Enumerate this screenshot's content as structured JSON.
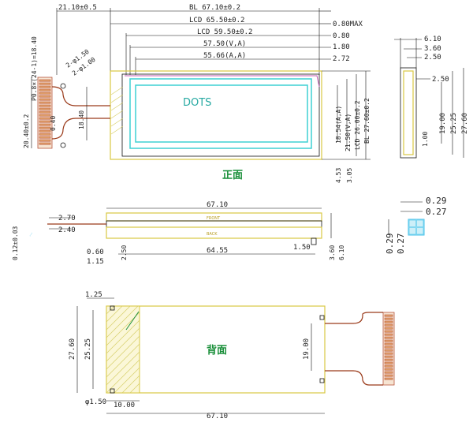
{
  "colors": {
    "outline": "#111111",
    "bezel": "#d9c843",
    "viewing_area": "#3fd1d4",
    "fpc": "#9a3a1a",
    "label_green": "#1a8f3a",
    "note_blue": "#44c2ea"
  },
  "front": {
    "label": "正面",
    "dots": "DOTS",
    "dims": {
      "fpc_offset": "21.10±0.5",
      "bl_width": "BL  67.10±0.2",
      "lcd_width": "LCD  65.50±0.2",
      "lcd_inner": "LCD  59.50±0.2",
      "va_width": "57.50(V,A)",
      "aa_width": "55.66(A,A)",
      "t080max": "0.80MAX",
      "t080": "0.80",
      "t180": "1.80",
      "t272": "2.72",
      "pitch": "P0.8×(24-1)=18.40",
      "pin_height": "20.40±0.2",
      "pin_width": "0.40",
      "pin_span": "18.40",
      "hole_a": "2-φ1.50",
      "hole_b": "2-φ1.00",
      "aa_height": "18.54(A,A)",
      "va_height": "21.50(V,A)",
      "lcd_height": "LCD  26.00±0.2",
      "bl_height": "BL  27.60±0.2",
      "bot_a": "4.53",
      "bot_b": "3.05"
    }
  },
  "side_right": {
    "dims": {
      "d610": "6.10",
      "d360": "3.60",
      "d250": "2.50",
      "d250b": "2.50",
      "d1900": "19.00",
      "d2525": "25.25",
      "d2760": "27.60",
      "d100": "1.00"
    }
  },
  "pixel_detail": {
    "dims": {
      "w029": "0.29",
      "w027": "0.27",
      "h029": "0.29",
      "h027": "0.27"
    }
  },
  "side_view": {
    "label_front": "FRONT",
    "label_back": "BACK",
    "dims": {
      "width": "67.10",
      "d270": "2.70",
      "d240": "2.40",
      "d012": "0.12±0.03",
      "d060": "0.60",
      "d115": "1.15",
      "d250": "2.50",
      "d6455": "64.55",
      "d150": "1.50",
      "d360": "3.60",
      "d610": "6.10"
    }
  },
  "back": {
    "label": "背面",
    "dims": {
      "d125": "1.25",
      "d2760": "27.60",
      "d2525": "25.25",
      "d1000": "10.00",
      "d150": "φ1.50",
      "width": "67.10",
      "d1900": "19.00"
    }
  }
}
